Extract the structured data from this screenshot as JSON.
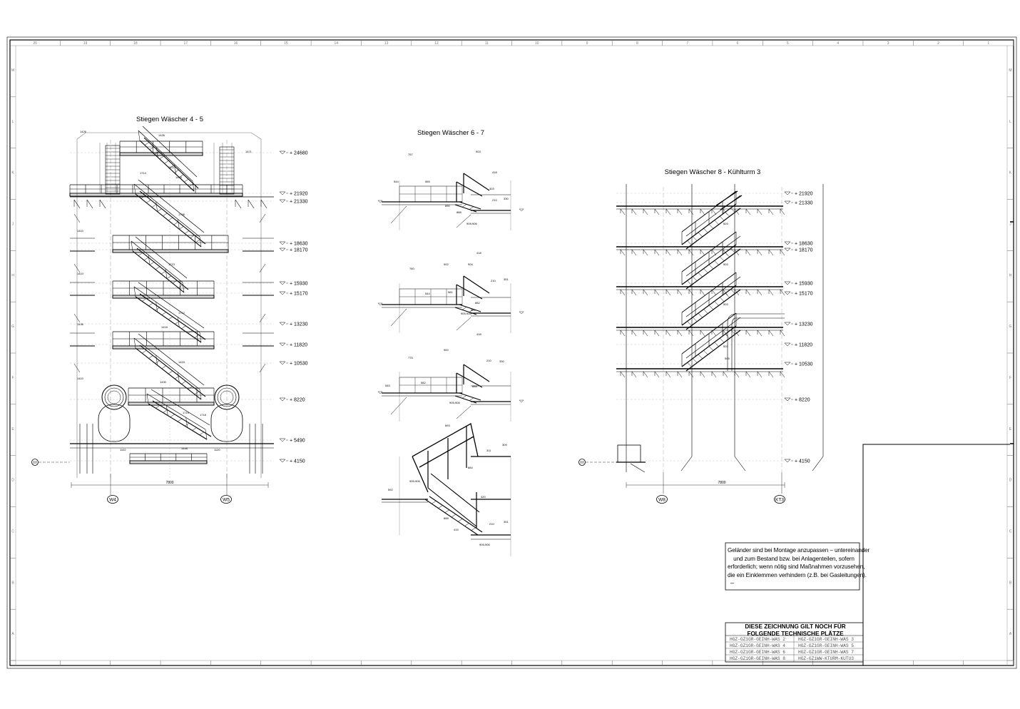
{
  "views": {
    "view1": {
      "title": "Stiegen Wäscher 4 - 5",
      "levels": [
        "+ 24680",
        "+ 21920",
        "+ 21330",
        "+ 18630",
        "+ 18170",
        "+ 15930",
        "+ 15170",
        "+ 13230",
        "+ 11820",
        "+ 10530",
        "+ 8220",
        "+ 5490",
        "+ 4150"
      ],
      "axes": [
        "W4",
        "W5"
      ],
      "overall_dim": "7800"
    },
    "view2": {
      "title": "Stiegen Wäscher 6 - 7"
    },
    "view3": {
      "title": "Stiegen Wäscher 8 - Kühlturm 3",
      "levels": [
        "+ 21920",
        "+ 21330",
        "+ 18630",
        "+ 18170",
        "+ 15930",
        "+ 15170",
        "+ 13230",
        "+ 11820",
        "+ 10530",
        "+ 8220",
        "+ 4150"
      ],
      "axes": [
        "W8",
        "KT3"
      ],
      "overall_dim": "7800"
    }
  },
  "note": {
    "lines": [
      "Geländer sind bei Montage anzupassen – untereinander",
      "und zum Bestand bzw. bei Anlagenteilen, sofern",
      "erforderlich; wenn nötig sind Maßnahmen vorzusehen,",
      "die ein Einklemmen verhindern (z.B. bei Gasleitungen)."
    ],
    "dash": "–"
  },
  "title_block": {
    "header_line1": "DIESE ZEICHNUNG GILT NOCH FÜR",
    "header_line2": "FOLGENDE TECHNISCHE PLÄTZE",
    "places": [
      "HGZ-GZ1GR-GEINH-WAS 2",
      "HGZ-GZ1GR-GEINH-WAS 3",
      "HGZ-GZ1GR-GEINH-WAS 4",
      "HGZ-GZ1GR-GEINH-WAS 5",
      "HGZ-GZ1GR-GEINH-WAS 6",
      "HGZ-GZ1GR-GEINH-WAS 7",
      "HGZ-GZ1GR-GEINH-WAS 8",
      "HGZ-GZ1WW-KTURM-KUTU3"
    ]
  },
  "frame": {
    "top_numbers": [
      "20",
      "19",
      "18",
      "17",
      "16",
      "15",
      "14",
      "13",
      "12",
      "11",
      "10",
      "9",
      "8",
      "7",
      "6",
      "5",
      "4",
      "3",
      "2",
      "1"
    ],
    "left_letters": [
      "M",
      "L",
      "K",
      "J",
      "H",
      "G",
      "F",
      "E",
      "D",
      "C",
      "B",
      "A"
    ]
  }
}
